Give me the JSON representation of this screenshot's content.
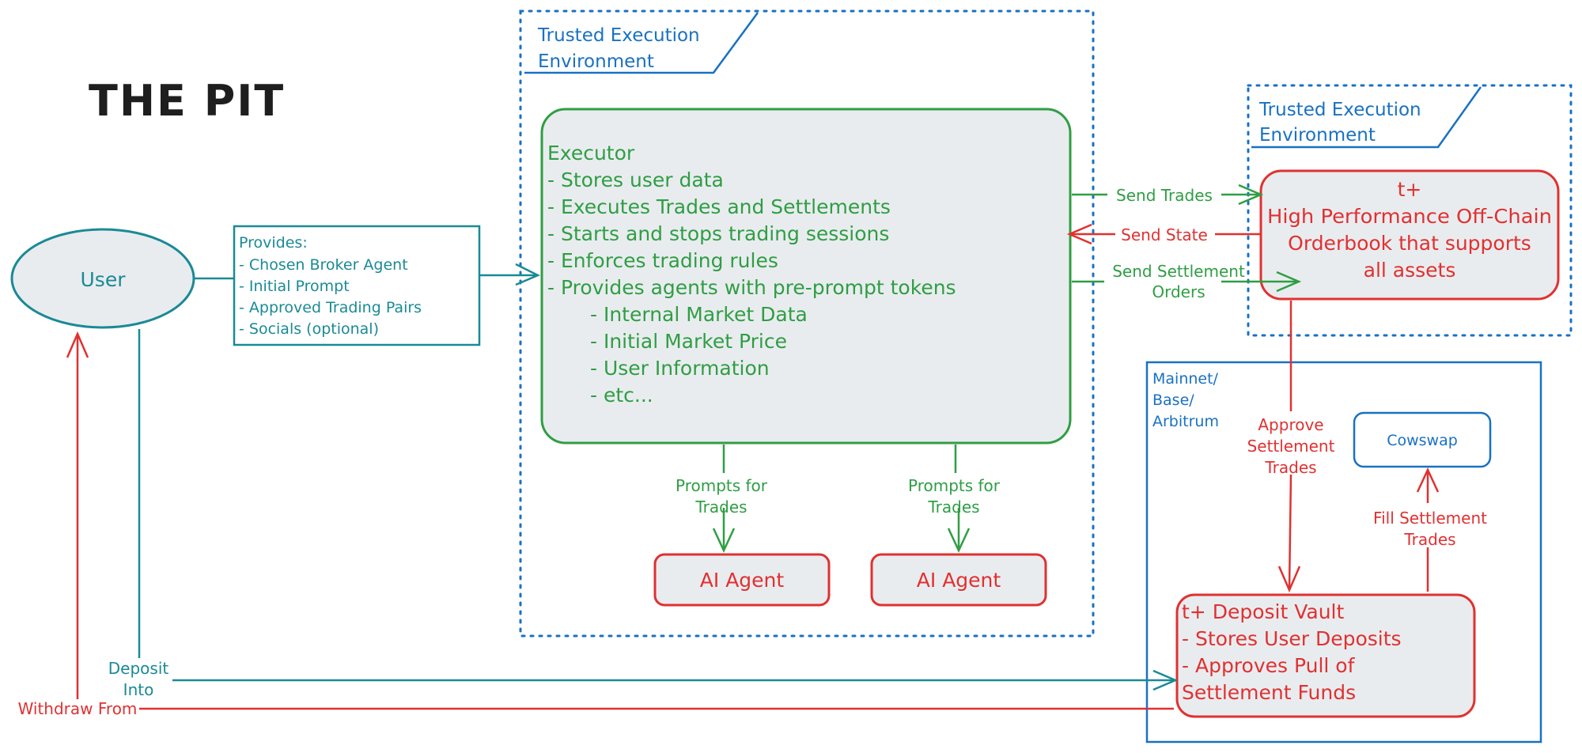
{
  "title": "THE PIT",
  "colors": {
    "teal": "#1a8a96",
    "green": "#2f9e44",
    "red": "#e03131",
    "blue": "#1971c2",
    "fill_gray": "#e9ecef",
    "dark": "#1e1e1e"
  },
  "tee_left": {
    "label_line1": "Trusted Execution",
    "label_line2": "Environment"
  },
  "tee_right": {
    "label_line1": "Trusted Execution",
    "label_line2": "Environment"
  },
  "user": {
    "label": "User"
  },
  "provides": {
    "heading": "Provides:",
    "items": [
      "- Chosen Broker Agent",
      "- Initial Prompt",
      "- Approved Trading Pairs",
      "- Socials (optional)"
    ]
  },
  "executor": {
    "heading": "Executor",
    "items": [
      "- Stores user data",
      "- Executes Trades and Settlements",
      "- Starts and stops trading sessions",
      "- Enforces trading rules",
      "- Provides agents with pre-prompt tokens"
    ],
    "subitems": [
      "- Internal Market Data",
      "- Initial Market Price",
      "- User Information",
      "- etc..."
    ]
  },
  "prompts_left": {
    "line1": "Prompts for",
    "line2": "Trades"
  },
  "prompts_right": {
    "line1": "Prompts for",
    "line2": "Trades"
  },
  "agent_left": {
    "label": "AI Agent"
  },
  "agent_right": {
    "label": "AI Agent"
  },
  "orderbook": {
    "line1": "t+",
    "line2": "High Performance Off-Chain",
    "line3": "Orderbook that supports",
    "line4": "all assets"
  },
  "send_trades": "Send Trades",
  "send_state": "Send State",
  "send_settlement": {
    "line1": "Send Settlement",
    "line2": "Orders"
  },
  "chain": {
    "line1": "Mainnet/",
    "line2": "Base/",
    "line3": "Arbitrum"
  },
  "cowswap": {
    "label": "Cowswap"
  },
  "approve": {
    "line1": "Approve",
    "line2": "Settlement",
    "line3": "Trades"
  },
  "fill": {
    "line1": "Fill Settlement",
    "line2": "Trades"
  },
  "vault": {
    "line1": "t+ Deposit Vault",
    "line2": "- Stores User Deposits",
    "line3": "- Approves Pull of",
    "line4": "Settlement Funds"
  },
  "deposit": {
    "line1": "Deposit",
    "line2": "Into"
  },
  "withdraw": "Withdraw From"
}
